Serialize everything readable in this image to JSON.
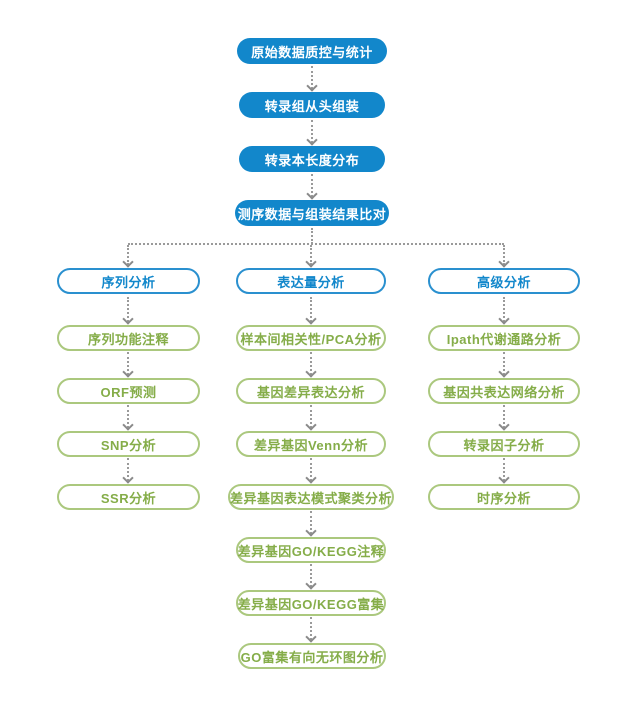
{
  "colors": {
    "primary_blue": "#1287cb",
    "pill_border_blue": "#2a90cf",
    "green_border": "#abc87e",
    "green_text": "#85ad49",
    "arrow_gray": "#9a9a9a",
    "background": "#ffffff"
  },
  "flow": {
    "top": [
      "原始数据质控与统计",
      "转录组从头组装",
      "转录本长度分布",
      "测序数据与组装结果比对"
    ],
    "columns": [
      {
        "header": "序列分析",
        "items": [
          "序列功能注释",
          "ORF预测",
          "SNP分析",
          "SSR分析"
        ]
      },
      {
        "header": "表达量分析",
        "items": [
          "样本间相关性/PCA分析",
          "基因差异表达分析",
          "差异基因Venn分析",
          "差异基因表达模式聚类分析",
          "差异基因GO/KEGG注释",
          "差异基因GO/KEGG富集",
          "GO富集有向无环图分析"
        ]
      },
      {
        "header": "高级分析",
        "items": [
          "Ipath代谢通路分析",
          "基因共表达网络分析",
          "转录因子分析",
          "时序分析"
        ]
      }
    ]
  }
}
